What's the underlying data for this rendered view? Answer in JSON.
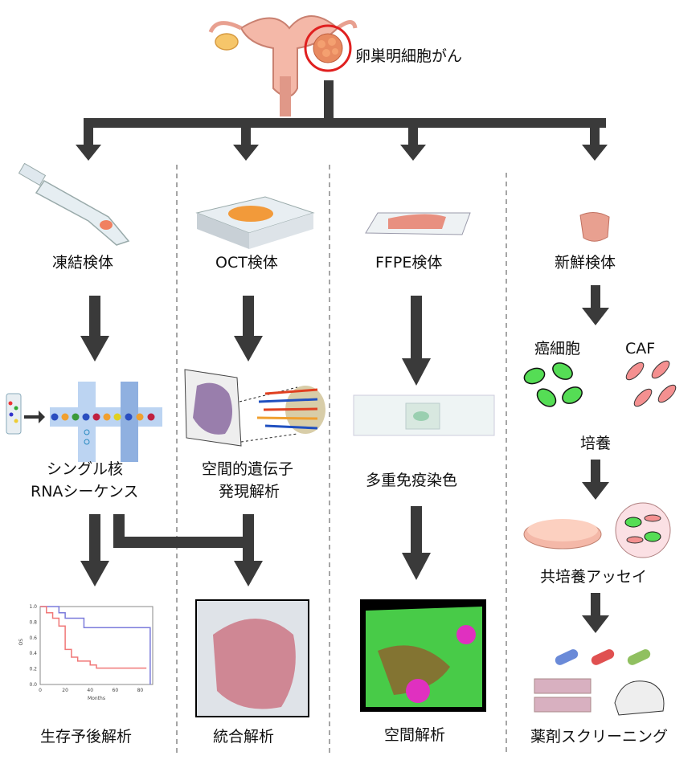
{
  "top": {
    "label": "卵巣明細胞がん"
  },
  "columns": [
    {
      "sample": "凍結検体",
      "method_line1": "シングル核",
      "method_line2": "RNAシーケンス",
      "result": "生存予後解析"
    },
    {
      "sample": "OCT検体",
      "method_line1": "空間的遺伝子",
      "method_line2": "発現解析",
      "result": "統合解析"
    },
    {
      "sample": "FFPE検体",
      "method": "多重免疫染色",
      "result": "空間解析"
    },
    {
      "sample": "新鮮検体",
      "cells_left": "癌細胞",
      "cells_right": "CAF",
      "culture": "培養",
      "assay": "共培養アッセイ",
      "result": "薬剤スクリーニング"
    }
  ],
  "km_plot": {
    "type": "line",
    "ylabel": "OS",
    "xlabel": "Months",
    "x_ticks": [
      "0",
      "20",
      "40",
      "60",
      "80"
    ],
    "y_ticks": [
      "0.0",
      "0.2",
      "0.4",
      "0.6",
      "0.8",
      "1.0"
    ],
    "xlim": [
      0,
      90
    ],
    "ylim": [
      0,
      1.0
    ],
    "series": [
      {
        "color": "#7b7bdb",
        "x": [
          0,
          5,
          15,
          20,
          30,
          35,
          88,
          88
        ],
        "y": [
          1.0,
          1.0,
          0.92,
          0.85,
          0.85,
          0.73,
          0.73,
          0.0
        ]
      },
      {
        "color": "#f07878",
        "x": [
          0,
          5,
          10,
          15,
          20,
          25,
          30,
          40,
          45,
          85
        ],
        "y": [
          1.0,
          0.92,
          0.85,
          0.75,
          0.45,
          0.35,
          0.3,
          0.25,
          0.21,
          0.21
        ]
      }
    ]
  },
  "colors": {
    "arrow": "#3a3a3a",
    "dash": "#888888",
    "highlight_circle": "#e02020",
    "tissue": "#f0a090",
    "cancer_cell": "#55dd55",
    "caf_cell": "#f49090"
  }
}
